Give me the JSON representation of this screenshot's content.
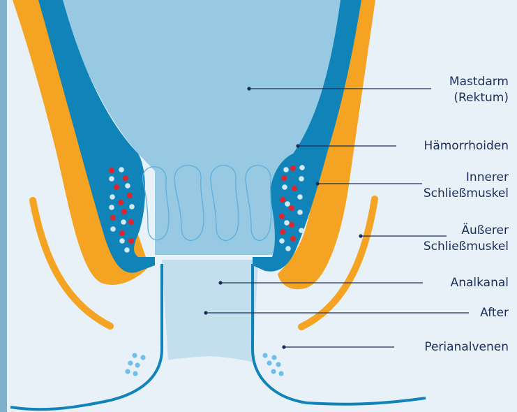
{
  "colors": {
    "background": "#e8f1f8",
    "left_edge": "#7fb0cc",
    "lumen": "#97c9e3",
    "anal_canal": "#c3dfee",
    "rectum_wall": "#1084b8",
    "muscle": "#f4a422",
    "hemorrhoid_red": "#e0242b",
    "hemorrhoid_light": "#cfe9f5",
    "perianal_veins": "#6ec0ea",
    "leader_line": "#1c2d5a",
    "label_text": "#1c2d5a"
  },
  "labels": {
    "mastdarm": [
      "Mastdarm",
      "(Rektum)"
    ],
    "haemorrhoiden": [
      "Hämorrhoiden"
    ],
    "innerer": [
      "Innerer",
      "Schließmuskel"
    ],
    "aeusserer": [
      "Äußerer",
      "Schließmuskel"
    ],
    "analkanal": [
      "Analkanal"
    ],
    "after": [
      "After"
    ],
    "perianalvenen": [
      "Perianalvenen"
    ]
  }
}
